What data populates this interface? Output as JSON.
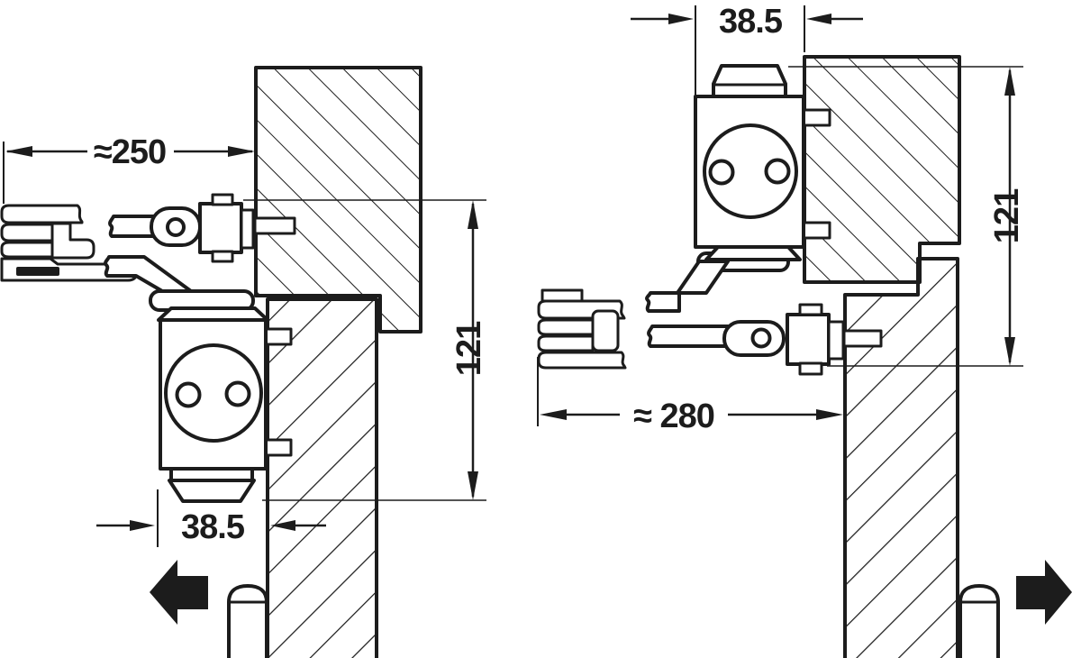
{
  "diagram": {
    "type": "technical-drawing",
    "subject": "Overhead door closer with slide channel — two mounting situations (plan sections of door and frame)",
    "colors": {
      "line": "#1c1c1c",
      "background": "#ffffff"
    },
    "left_view": {
      "channel_length_label": "≈250",
      "vertical_label": "121",
      "body_depth_label": "38.5",
      "swing_direction": "left"
    },
    "right_view": {
      "body_depth_label": "38.5",
      "vertical_label": "121",
      "channel_length_label": "≈ 280",
      "swing_direction": "right"
    }
  }
}
